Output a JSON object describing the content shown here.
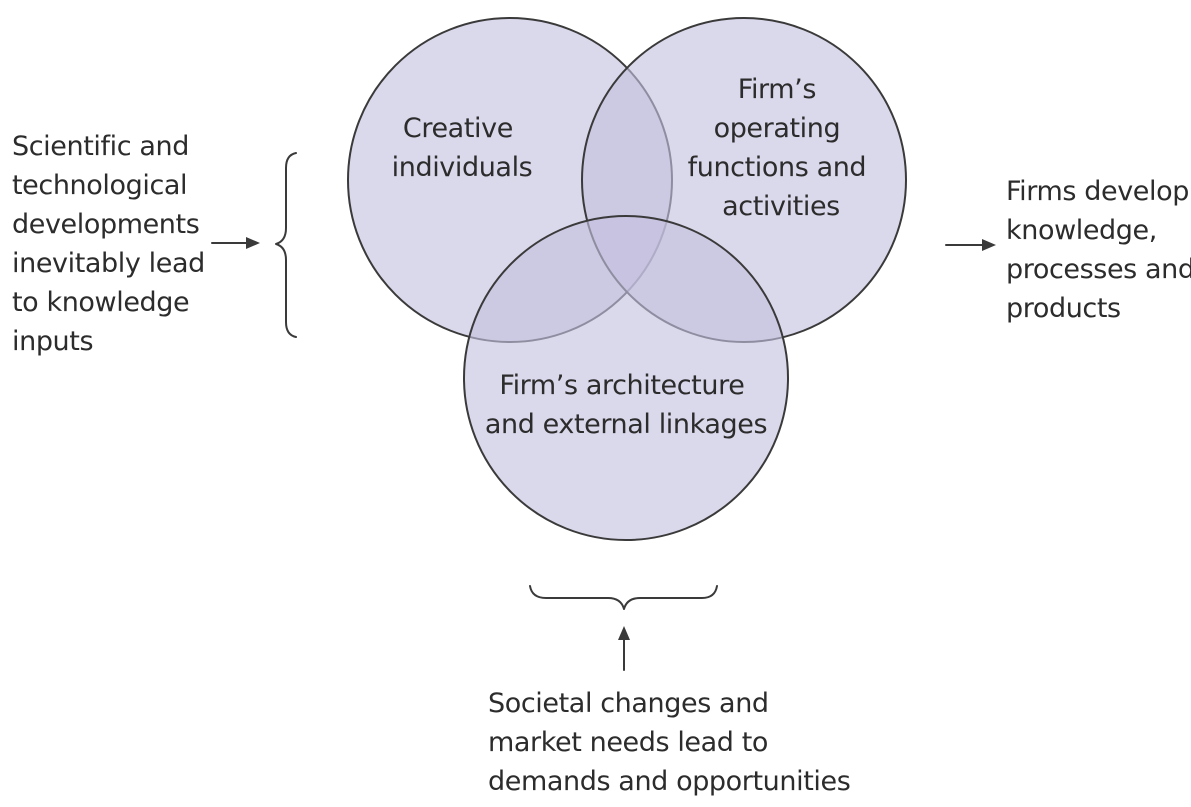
{
  "circles": {
    "creative": [
      "Creative",
      "individuals"
    ],
    "operating": [
      "Firm’s",
      "operating",
      "functions and",
      "activities"
    ],
    "architecture": [
      "Firm’s architecture",
      "and external linkages"
    ]
  },
  "inputs": {
    "scientific": [
      "Scientific and",
      "technological",
      "developments",
      "inevitably lead",
      "to knowledge",
      "inputs"
    ],
    "societal": [
      "Societal changes and",
      "market needs lead to",
      "demands and opportunities"
    ]
  },
  "output": [
    "Firms develop",
    "knowledge,",
    "processes and",
    "products"
  ]
}
